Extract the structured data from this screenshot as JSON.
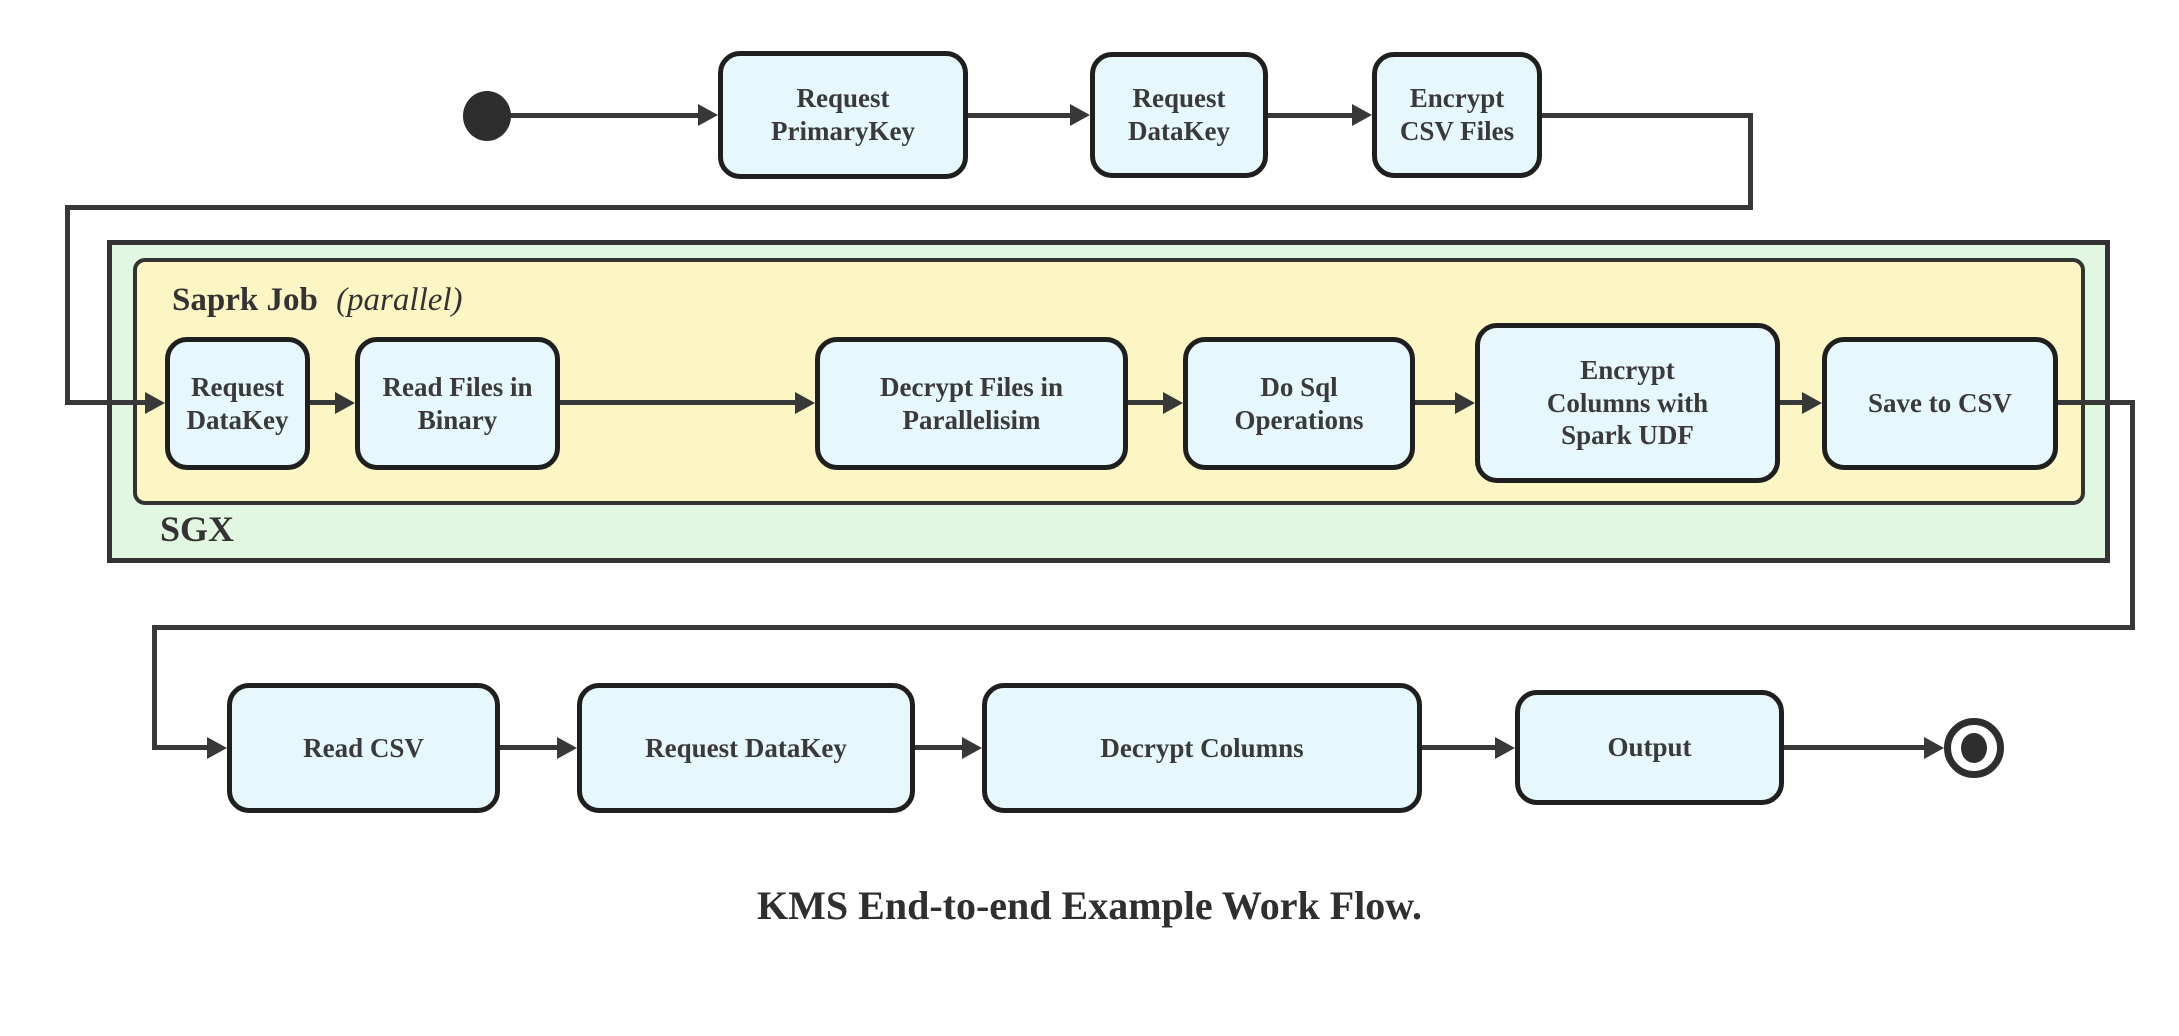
{
  "diagram": {
    "caption": "KMS End-to-end Example Work Flow.",
    "containers": {
      "sgx": {
        "label": "SGX"
      },
      "spark_job": {
        "label": "Saprk Job",
        "qualifier": "(parallel)"
      }
    },
    "nodes": {
      "start": {
        "type": "initial-state"
      },
      "top": [
        {
          "id": "request-primarykey",
          "label": "Request\nPrimaryKey"
        },
        {
          "id": "request-datakey",
          "label": "Request\nDataKey"
        },
        {
          "id": "encrypt-csv-files",
          "label": "Encrypt\nCSV Files"
        }
      ],
      "spark": [
        {
          "id": "request-datakey-sgx",
          "label": "Request\nDataKey"
        },
        {
          "id": "read-files-in-binary",
          "label": "Read Files in\nBinary"
        },
        {
          "id": "decrypt-files-in-parallelisim",
          "label": "Decrypt Files in\nParallelisim"
        },
        {
          "id": "do-sql-operations",
          "label": "Do Sql\nOperations"
        },
        {
          "id": "encrypt-columns-with-spark-udf",
          "label": "Encrypt\nColumns with\nSpark UDF"
        },
        {
          "id": "save-to-csv",
          "label": "Save to CSV"
        }
      ],
      "bottom": [
        {
          "id": "read-csv",
          "label": "Read CSV"
        },
        {
          "id": "request-datakey-final",
          "label": "Request DataKey"
        },
        {
          "id": "decrypt-columns",
          "label": "Decrypt Columns"
        },
        {
          "id": "output",
          "label": "Output"
        }
      ],
      "end": {
        "type": "final-state"
      }
    },
    "colors": {
      "node_fill": "#e6f8fc",
      "node_border": "#1f1f1f",
      "sgx_fill": "#e1f7e1",
      "spark_fill": "#fbf6c3",
      "edge": "#383838",
      "text": "#3a3a3a"
    }
  }
}
